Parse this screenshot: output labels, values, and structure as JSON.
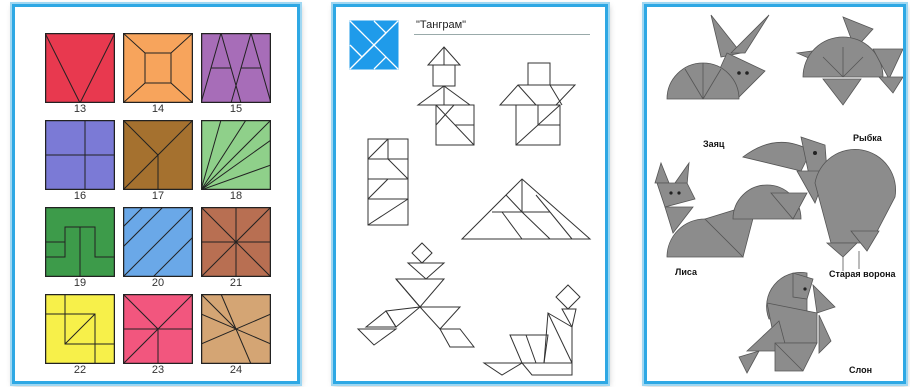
{
  "card1": {
    "squares": [
      {
        "num": "13",
        "color": "#e8394f"
      },
      {
        "num": "14",
        "color": "#f7a45c"
      },
      {
        "num": "15",
        "color": "#a76db8"
      },
      {
        "num": "16",
        "color": "#7b7ad6"
      },
      {
        "num": "17",
        "color": "#a5712f"
      },
      {
        "num": "18",
        "color": "#8fd08a"
      },
      {
        "num": "19",
        "color": "#3d9b4a"
      },
      {
        "num": "20",
        "color": "#6aa8e8"
      },
      {
        "num": "21",
        "color": "#b86f52"
      },
      {
        "num": "22",
        "color": "#f7f04a"
      },
      {
        "num": "23",
        "color": "#f2567e"
      },
      {
        "num": "24",
        "color": "#d4a574"
      }
    ]
  },
  "card2": {
    "title": "\"Танграм\"",
    "accent": "#1f9bea"
  },
  "card3": {
    "labels": {
      "hare": "Заяц",
      "fish": "Рыбка",
      "fox": "Лиса",
      "crow": "Старая ворона",
      "elephant": "Слон"
    },
    "piece_color": "#8c8c8c"
  }
}
